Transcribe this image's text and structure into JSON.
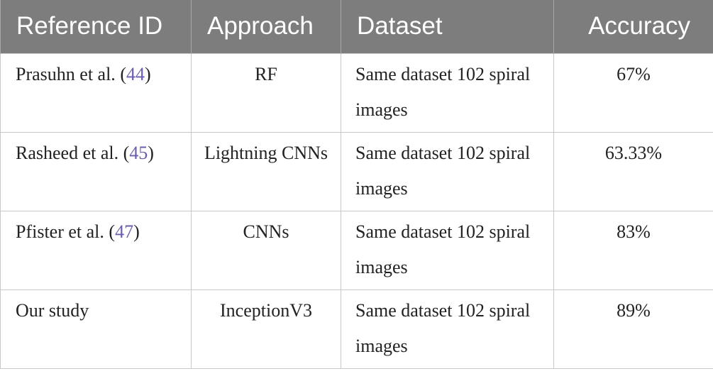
{
  "table": {
    "headers": {
      "reference_id": "Reference ID",
      "approach": "Approach",
      "dataset": "Dataset",
      "accuracy": "Accuracy"
    },
    "rows": [
      {
        "ref_author": "Prasuhn et al.",
        "ref_cite": "44",
        "approach": "RF",
        "dataset": "Same dataset 102 spiral images",
        "accuracy": "67%"
      },
      {
        "ref_author": "Rasheed et al.",
        "ref_cite": "45",
        "approach": "Lightning CNNs",
        "dataset": "Same dataset 102 spiral images",
        "accuracy": "63.33%"
      },
      {
        "ref_author": "Pfister et al.",
        "ref_cite": "47",
        "approach": "CNNs",
        "dataset": "Same dataset 102 spiral images",
        "accuracy": "83%"
      },
      {
        "ref_author": "Our study",
        "ref_cite": "",
        "approach": "InceptionV3",
        "dataset": "Same dataset 102 spiral images",
        "accuracy": "89%"
      }
    ]
  },
  "colors": {
    "header_background": "#7d7d7d",
    "header_text": "#ffffff",
    "citation_link": "#6a5fae",
    "border": "#c8c8c8"
  }
}
